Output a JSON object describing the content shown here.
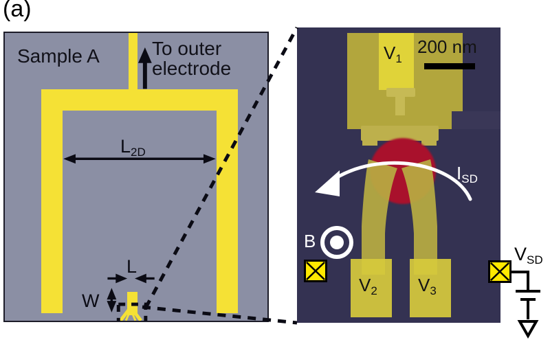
{
  "figure": {
    "panel_label": "(a)",
    "type": "device-schematic-and-sem-micrograph"
  },
  "left_panel": {
    "name": "schematic",
    "sample_label": "Sample A",
    "outer_electrode_line1": "To outer",
    "outer_electrode_line2": "electrode",
    "arrow_up_icon": "arrow-up-icon",
    "dimensions": {
      "length_2d": "L",
      "length_2d_sub": "2D",
      "constriction_length": "L",
      "constriction_width": "W"
    },
    "colors": {
      "substrate": "#8b8fa4",
      "metal": "#f5e135",
      "border": "#1c1c28"
    }
  },
  "right_panel": {
    "name": "sem-micrograph",
    "scalebar_label": "200 nm",
    "gate_v1": "V",
    "gate_v1_sub": "1",
    "gate_v2": "V",
    "gate_v2_sub": "2",
    "gate_v3": "V",
    "gate_v3_sub": "3",
    "current_label": "I",
    "current_label_sub": "SD",
    "field_label": "B",
    "field_icon": "out-of-plane-field-icon",
    "bias_label": "V",
    "bias_label_sub": "SD",
    "ground_icon": "ground-icon",
    "source_icon": "voltage-source-icon",
    "contact_icon": "ohmic-contact-cross-icon",
    "colors": {
      "background": "#343252",
      "metal": "#b7ab3e",
      "bright_metal": "#e8d93a",
      "dot": "#a9112c",
      "annotation": "#ffffff"
    }
  }
}
